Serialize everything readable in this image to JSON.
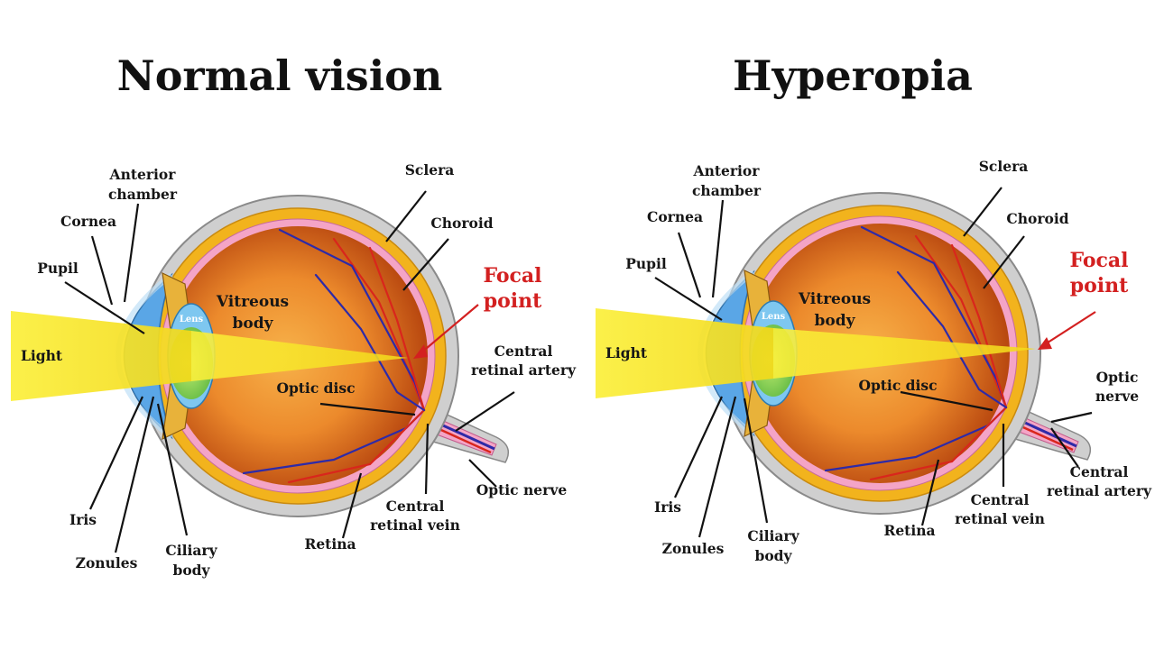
{
  "panels": [
    {
      "id": "normal",
      "title": "Normal vision",
      "labels": {
        "anterior_chamber": [
          "Anterior",
          "chamber"
        ],
        "cornea": "Cornea",
        "pupil": "Pupil",
        "light": "Light",
        "lens": "Lens",
        "vitreous_body": [
          "Vitreous",
          "body"
        ],
        "sclera": "Sclera",
        "choroid": "Choroid",
        "focal_point": [
          "Focal",
          "point"
        ],
        "central_retinal_artery": [
          "Central",
          "retinal artery"
        ],
        "optic_disc": "Optic disc",
        "optic_nerve": "Optic nerve",
        "central_retinal_vein": [
          "Central",
          "retinal vein"
        ],
        "retina": "Retina",
        "ciliary_body": [
          "Ciliary",
          "body"
        ],
        "zonules": "Zonules",
        "iris": "Iris"
      }
    },
    {
      "id": "hyperopia",
      "title": "Hyperopia",
      "labels": {
        "anterior_chamber": [
          "Anterior",
          "chamber"
        ],
        "cornea": "Cornea",
        "pupil": "Pupil",
        "light": "Light",
        "lens": "Lens",
        "vitreous_body": [
          "Vitreous",
          "body"
        ],
        "sclera": "Sclera",
        "choroid": "Choroid",
        "focal_point": [
          "Focal",
          "point"
        ],
        "optic_disc": "Optic disc",
        "optic_nerve": [
          "Optic",
          "nerve"
        ],
        "central_retinal_artery": [
          "Central",
          "retinal artery"
        ],
        "central_retinal_vein": [
          "Central",
          "retinal vein"
        ],
        "retina": "Retina",
        "ciliary_body": [
          "Ciliary",
          "body"
        ],
        "zonules": "Zonules",
        "iris": "Iris"
      }
    }
  ],
  "colors": {
    "sclera": "#cfcfcf",
    "choroid": "#f2b31d",
    "retina": "#f4a4c6",
    "vitreous_center": "#f4a23a",
    "vitreous_edge": "#b94a12",
    "cornea": "#5aa6e6",
    "lens": "#7fcf4a",
    "light": "#f5e320",
    "artery": "#d9261c",
    "vein": "#2e2aa8",
    "focal_label": "#d32020",
    "label": "#161616"
  }
}
